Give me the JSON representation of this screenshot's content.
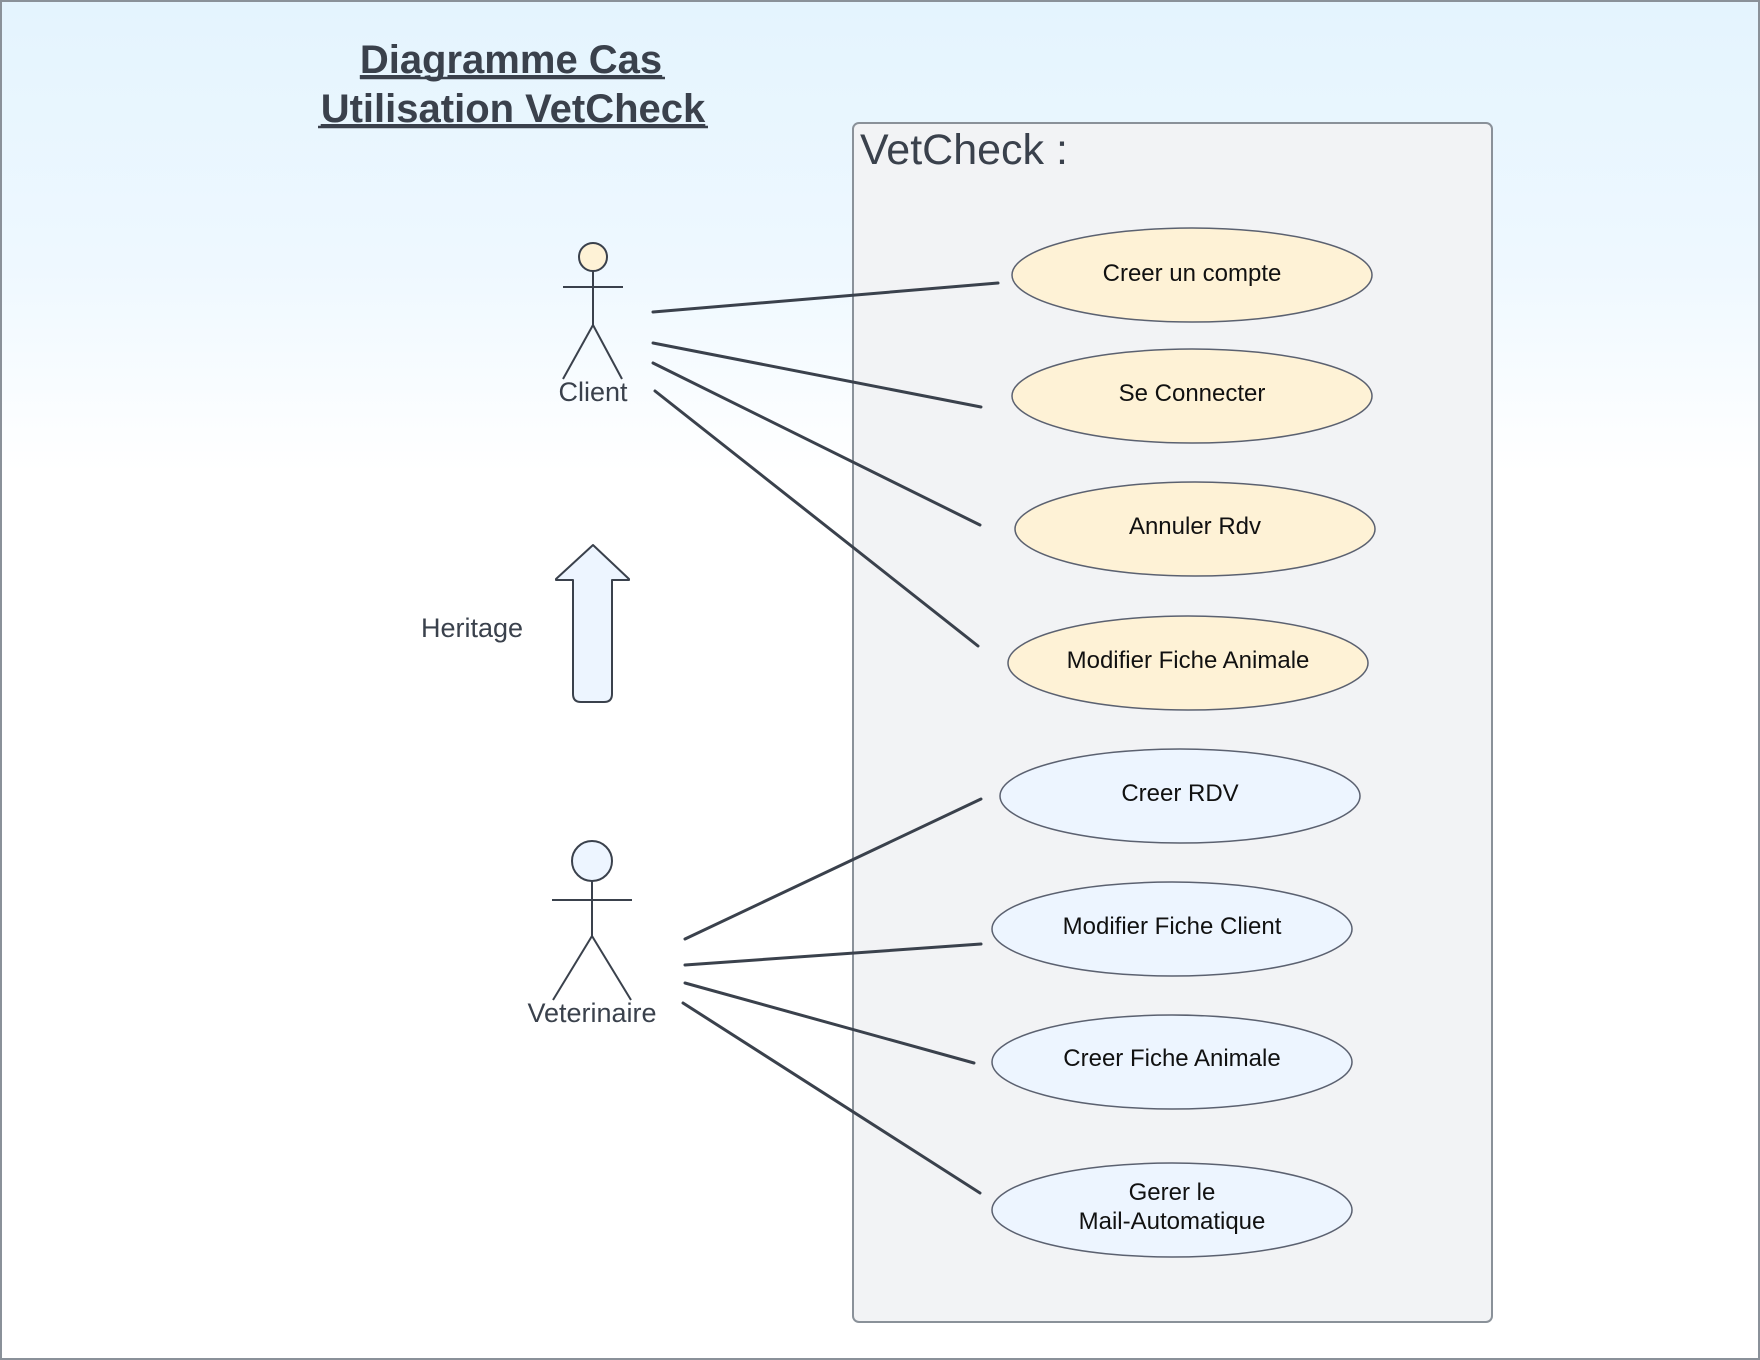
{
  "title": {
    "line1": "Diagramme Cas",
    "line2": "Utilisation VetCheck"
  },
  "system": {
    "label": "VetCheck :"
  },
  "actors": {
    "client": {
      "label": "Client",
      "color": "#fef2d6"
    },
    "veterinaire": {
      "label": "Veterinaire",
      "color": "#edf5ff"
    }
  },
  "inheritance": {
    "label": "Heritage"
  },
  "use_cases": {
    "client": [
      {
        "id": "creer-compte",
        "label": "Creer un compte"
      },
      {
        "id": "se-connecter",
        "label": "Se Connecter"
      },
      {
        "id": "annuler-rdv",
        "label": "Annuler Rdv"
      },
      {
        "id": "modifier-fiche-animale",
        "label": "Modifier Fiche Animale"
      }
    ],
    "veterinaire": [
      {
        "id": "creer-rdv",
        "label": "Creer RDV"
      },
      {
        "id": "modifier-fiche-client",
        "label": "Modifier Fiche Client"
      },
      {
        "id": "creer-fiche-animale",
        "label": "Creer Fiche Animale"
      },
      {
        "id": "gerer-mail",
        "label_line1": "Gerer le",
        "label_line2": "Mail-Automatique"
      }
    ]
  },
  "colors": {
    "client_usecase_fill": "#fef2d6",
    "vet_usecase_fill": "#edf5ff",
    "system_fill": "#f2f3f5",
    "line": "#3a414c"
  }
}
